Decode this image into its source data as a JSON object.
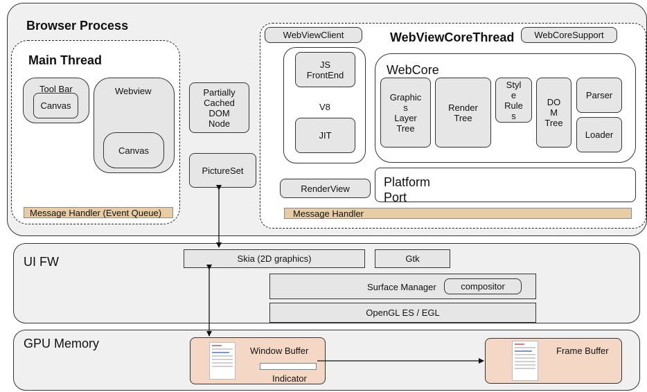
{
  "browser_process": {
    "title": "Browser Process",
    "main_thread": {
      "title": "Main Thread",
      "toolbar": "Tool Bar",
      "toolbar_canvas": "Canvas",
      "webview": "Webview",
      "webview_canvas": "Canvas",
      "message_handler": "Message Handler (Event Queue)"
    },
    "partially_cached_dom_node": "Partially\nCached\nDOM\nNode",
    "pictureset": "PictureSet",
    "webviewcore_thread": {
      "title": "WebViewCoreThread",
      "webviewclient": "WebViewClient",
      "webcoresupport": "WebCoreSupport",
      "v8": {
        "label": "V8",
        "js_frontend": "JS\nFrontEnd",
        "jit": "JIT"
      },
      "webcore": {
        "title": "WebCore",
        "graphics_layer_tree": "Graphic\ns\nLayer\nTree",
        "render_tree": "Render\nTree",
        "style_rules": "Styl\ne\nRule\ns",
        "dom_tree": "DO\nM\nTree",
        "parser": "Parser",
        "loader": "Loader"
      },
      "renderview": "RenderView",
      "platform_port": "Platform\nPort",
      "message_handler": "Message Handler"
    }
  },
  "ui_fw": {
    "title": "UI FW",
    "skia": "Skia (2D graphics)",
    "gtk": "Gtk",
    "surface_manager": "Surface Manager",
    "compositor": "compositor",
    "opengl": "OpenGL ES / EGL"
  },
  "gpu_memory": {
    "title": "GPU Memory",
    "window_buffer": "Window Buffer",
    "indicator": "Indicator",
    "frame_buffer": "Frame Buffer"
  }
}
